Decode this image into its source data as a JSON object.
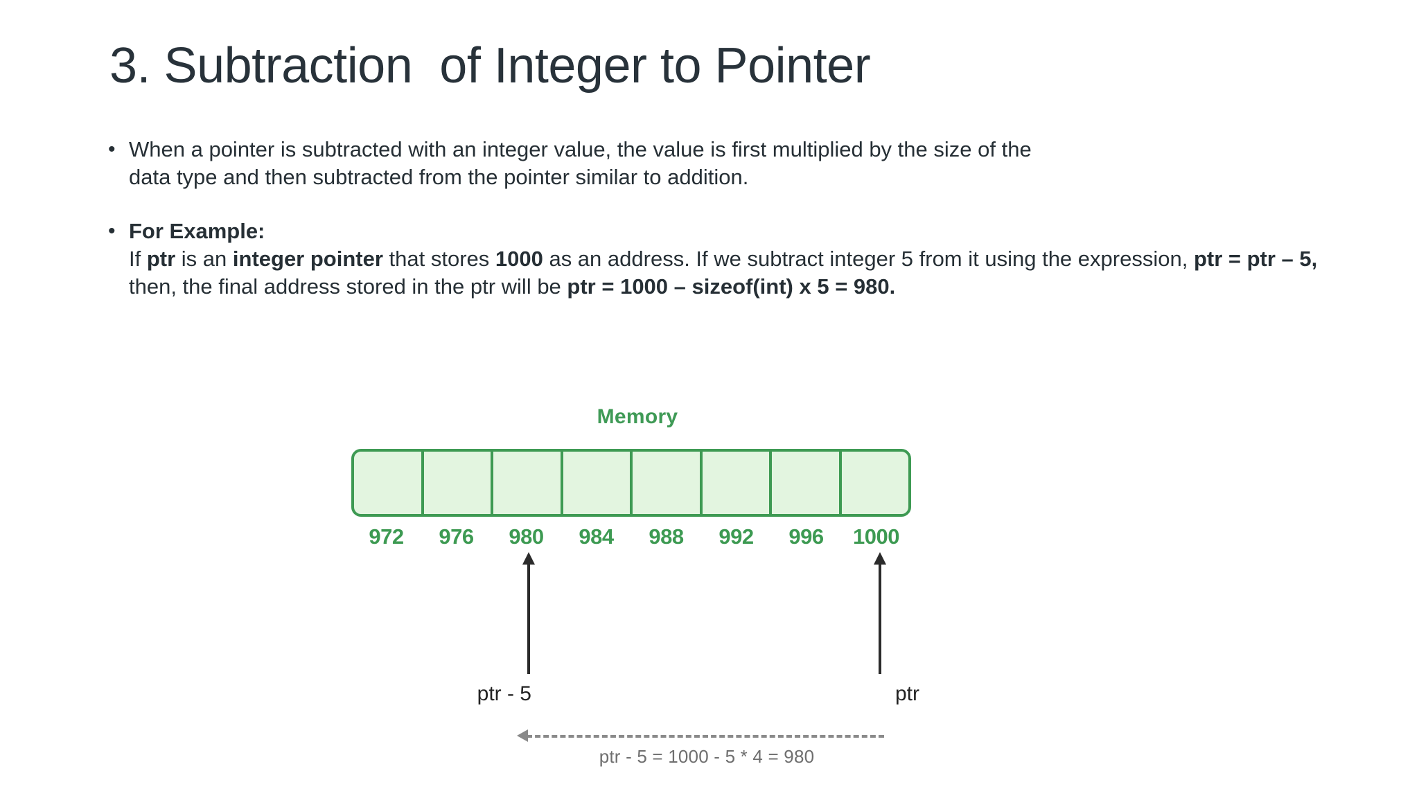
{
  "slide": {
    "title": "3. Subtraction  of Integer to Pointer",
    "bullet_marker": "•"
  },
  "bullets": [
    {
      "lines": [
        "When a pointer is subtracted with an integer value, the value is first multiplied by the size of the",
        "data type and then subtracted from the pointer similar to addition."
      ]
    },
    {
      "heading": "For Example:",
      "segments": [
        {
          "text": "If ",
          "bold": false
        },
        {
          "text": "ptr",
          "bold": true
        },
        {
          "text": " is an ",
          "bold": false
        },
        {
          "text": "integer pointer",
          "bold": true
        },
        {
          "text": " that stores ",
          "bold": false
        },
        {
          "text": "1000",
          "bold": true
        },
        {
          "text": " as an address. If we subtract integer 5 from it using the expression, ",
          "bold": false
        },
        {
          "text": "ptr = ptr – 5,",
          "bold": true
        },
        {
          "text": " then, the final address stored in the ptr will be ",
          "bold": false
        },
        {
          "text": "ptr = 1000 – sizeof(int) x 5 = 980.",
          "bold": true
        }
      ]
    }
  ],
  "diagram": {
    "memory_label": "Memory",
    "cell_count": 8,
    "addresses": [
      "972",
      "976",
      "980",
      "984",
      "988",
      "992",
      "996",
      "1000"
    ],
    "pointer_labels": {
      "left": "ptr - 5",
      "right": "ptr"
    },
    "measurement_caption": "ptr - 5 = 1000 - 5 * 4 = 980",
    "colors": {
      "cell_fill": "#e3f5e0",
      "cell_border": "#3e9a53",
      "address_text": "#3d9a52",
      "memory_label": "#3f9a56",
      "arrow": "#2b2b2b",
      "dashed": "#8a8a8a",
      "caption": "#6f6f6f"
    }
  }
}
